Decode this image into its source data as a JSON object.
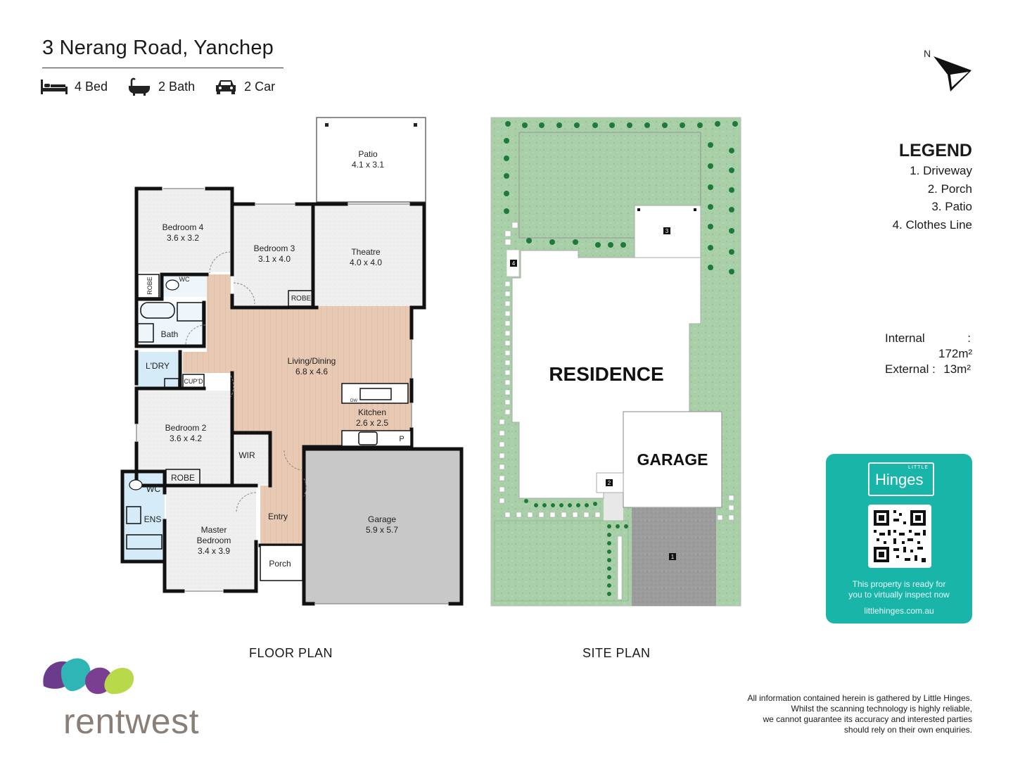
{
  "header": {
    "address": "3 Nerang Road, Yanchep",
    "beds": "4 Bed",
    "baths": "2 Bath",
    "cars": "2 Car"
  },
  "compass": {
    "label": "N"
  },
  "floor_plan": {
    "caption": "FLOOR PLAN",
    "rooms": {
      "bedroom4": {
        "name": "Bedroom 4",
        "size": "3.6 x 3.2"
      },
      "bedroom3": {
        "name": "Bedroom 3",
        "size": "3.1 x 4.0"
      },
      "theatre": {
        "name": "Theatre",
        "size": "4.0 x 4.0"
      },
      "patio": {
        "name": "Patio",
        "size": "4.1 x 3.1"
      },
      "living": {
        "name": "Living/Dining",
        "size": "6.8 x 4.6"
      },
      "kitchen": {
        "name": "Kitchen",
        "size": "2.6 x 2.5"
      },
      "bedroom2": {
        "name": "Bedroom 2",
        "size": "3.6 x 4.2"
      },
      "master": {
        "name_line1": "Master",
        "name_line2": "Bedroom",
        "size": "3.4 x 3.9"
      },
      "garage": {
        "name": "Garage",
        "size": "5.9 x 5.7"
      },
      "entry": "Entry",
      "porch": "Porch",
      "wir": "WIR",
      "ens": "ENS",
      "wc": "WC",
      "bath": "Bath",
      "laundry": "L'DRY",
      "cupd": "CUP'D",
      "robe": "ROBE",
      "pantry": "P",
      "dw": "DW"
    }
  },
  "site_plan": {
    "caption": "SITE PLAN",
    "residence": "RESIDENCE",
    "garage": "GARAGE",
    "markers": [
      "1",
      "2",
      "3",
      "4"
    ]
  },
  "legend": {
    "title": "LEGEND",
    "items": [
      "1. Driveway",
      "2. Porch",
      "3. Patio",
      "4. Clothes Line"
    ]
  },
  "areas": {
    "internal_label": "Internal",
    "internal_value": ": 172m²",
    "external_label": "External :",
    "external_value": "13m²"
  },
  "promo": {
    "little": "LITTLE",
    "brand": "Hinges",
    "message_line1": "This property is ready for",
    "message_line2": "you to virtually inspect now",
    "website": "littlehinges.com.au",
    "card_color": "#18b5a8"
  },
  "disclaimer": [
    "All information contained herein is gathered by Little Hinges.",
    "Whilst the scanning technology is highly reliable,",
    "we cannot guarantee its accuracy and interested parties",
    "should rely on their own enquiries."
  ],
  "footer_logo": {
    "text": "rentwest"
  },
  "colors": {
    "floor_timber": "#e8c9b4",
    "floor_carpet": "#efefef",
    "garage_slab": "#c8c8c8",
    "wet_area": "#d5ebf7",
    "lawn": "#a9cfa9",
    "driveway": "#9c9c9c"
  }
}
